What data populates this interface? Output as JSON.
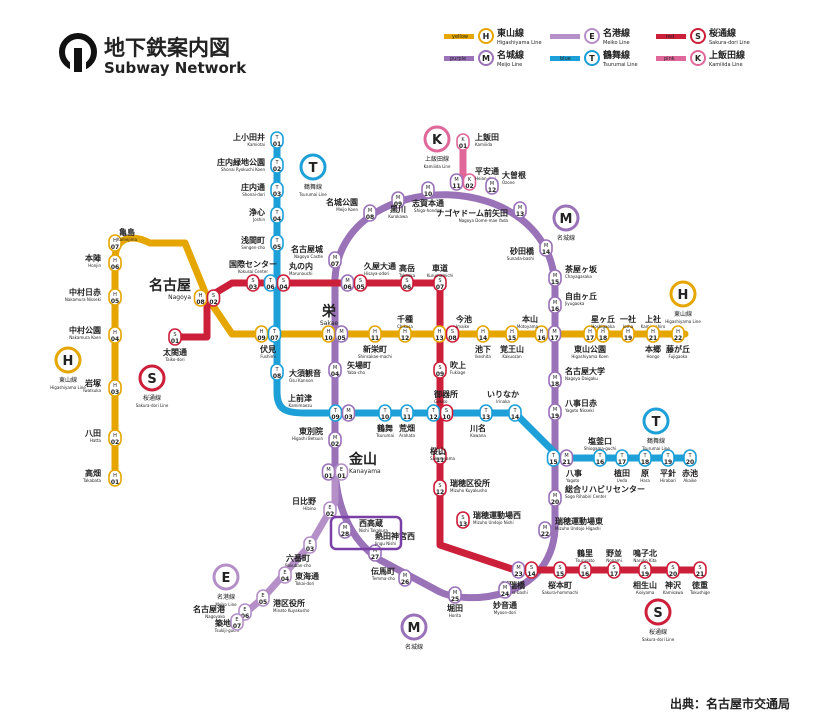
{
  "header": {
    "title": "地下鉄案内図",
    "subtitle": "Subway Network",
    "source": "出典：名古屋市交通局"
  },
  "legend": [
    {
      "letter": "H",
      "color": "#e5a600",
      "color_word": "yellow",
      "name_ja": "東山線",
      "name_en": "Higashiyama Line"
    },
    {
      "letter": "E",
      "color": "#b590c8",
      "color_word": "",
      "name_ja": "名港線",
      "name_en": "Meiko Line"
    },
    {
      "letter": "S",
      "color": "#cc1f3a",
      "color_word": "red",
      "name_ja": "桜通線",
      "name_en": "Sakura-dori Line"
    },
    {
      "letter": "M",
      "color": "#9a72b8",
      "color_word": "purple",
      "name_ja": "名城線",
      "name_en": "Meijo Line"
    },
    {
      "letter": "T",
      "color": "#1d9fd8",
      "color_word": "blue",
      "name_ja": "鶴舞線",
      "name_en": "Tsurumai Line"
    },
    {
      "letter": "K",
      "color": "#e0679a",
      "color_word": "pink",
      "name_ja": "上飯田線",
      "name_en": "Kamiiida Line"
    }
  ],
  "stations": [
    {
      "ja": "亀島",
      "en": "Kamejima",
      "codes": [
        "H07"
      ]
    },
    {
      "ja": "本陣",
      "en": "Honjin",
      "codes": [
        "H06"
      ]
    },
    {
      "ja": "中村日赤",
      "en": "Nakamura Nisseki",
      "codes": [
        "H05"
      ]
    },
    {
      "ja": "中村公園",
      "en": "Nakamura Koen",
      "codes": [
        "H04"
      ]
    },
    {
      "ja": "岩塚",
      "en": "Iwatsuka",
      "codes": [
        "H03"
      ]
    },
    {
      "ja": "八田",
      "en": "Hatta",
      "codes": [
        "H02"
      ]
    },
    {
      "ja": "高畑",
      "en": "Takabata",
      "codes": [
        "H01"
      ]
    },
    {
      "ja": "名古屋",
      "en": "Nagoya",
      "codes": [
        "H08",
        "S02"
      ]
    },
    {
      "ja": "伏見",
      "en": "Fushimi",
      "codes": [
        "H09",
        "T07"
      ]
    },
    {
      "ja": "栄",
      "en": "Sakae",
      "codes": [
        "H10",
        "M05"
      ]
    },
    {
      "ja": "新栄町",
      "en": "Shinsakae-machi",
      "codes": [
        "H11"
      ]
    },
    {
      "ja": "千種",
      "en": "Chikusa",
      "codes": [
        "H12"
      ]
    },
    {
      "ja": "今池",
      "en": "Imaike",
      "codes": [
        "H13",
        "S08"
      ]
    },
    {
      "ja": "池下",
      "en": "Ikeshita",
      "codes": [
        "H14"
      ]
    },
    {
      "ja": "覚王山",
      "en": "Kakuozan",
      "codes": [
        "H15"
      ]
    },
    {
      "ja": "本山",
      "en": "Motoyama",
      "codes": [
        "H16",
        "M17"
      ]
    },
    {
      "ja": "東山公園",
      "en": "Higashiyama Koen",
      "codes": [
        "H17"
      ]
    },
    {
      "ja": "星ヶ丘",
      "en": "Hoshigaoka",
      "codes": [
        "H18"
      ]
    },
    {
      "ja": "一社",
      "en": "Issha",
      "codes": [
        "H19"
      ]
    },
    {
      "ja": "上社",
      "en": "Kamiyashiro",
      "codes": [
        "H20"
      ]
    },
    {
      "ja": "本郷",
      "en": "Hongo",
      "codes": [
        "H21"
      ]
    },
    {
      "ja": "藤が丘",
      "en": "Fujigaoka",
      "codes": [
        "H22"
      ]
    },
    {
      "ja": "上小田井",
      "en": "Kamiotai",
      "codes": [
        "T01"
      ]
    },
    {
      "ja": "庄内緑地公園",
      "en": "Shonai Ryokuchi Koen",
      "codes": [
        "T02"
      ]
    },
    {
      "ja": "庄内通",
      "en": "Shonai-dori",
      "codes": [
        "T03"
      ]
    },
    {
      "ja": "浄心",
      "en": "Joshin",
      "codes": [
        "T04"
      ]
    },
    {
      "ja": "浅間町",
      "en": "Sengen-cho",
      "codes": [
        "T05"
      ]
    },
    {
      "ja": "丸の内",
      "en": "Marunouchi",
      "codes": [
        "T06",
        "S04"
      ]
    },
    {
      "ja": "大須観音",
      "en": "Osu Kannon",
      "codes": [
        "T08"
      ]
    },
    {
      "ja": "上前津",
      "en": "Kamimaezu",
      "codes": [
        "T09",
        "M03"
      ]
    },
    {
      "ja": "鶴舞",
      "en": "Tsurumai",
      "codes": [
        "T10"
      ]
    },
    {
      "ja": "荒畑",
      "en": "Arahata",
      "codes": [
        "T11"
      ]
    },
    {
      "ja": "御器所",
      "en": "Gokiso",
      "codes": [
        "T12",
        "S10"
      ]
    },
    {
      "ja": "川名",
      "en": "Kawana",
      "codes": [
        "T13"
      ]
    },
    {
      "ja": "いりなか",
      "en": "Irinaka",
      "codes": [
        "T14"
      ]
    },
    {
      "ja": "八事",
      "en": "Yagoto",
      "codes": [
        "T15",
        "M21"
      ]
    },
    {
      "ja": "塩釜口",
      "en": "Shiogama-guchi",
      "codes": [
        "T16"
      ]
    },
    {
      "ja": "植田",
      "en": "Ueda",
      "codes": [
        "T17"
      ]
    },
    {
      "ja": "原",
      "en": "Hara",
      "codes": [
        "T18"
      ]
    },
    {
      "ja": "平針",
      "en": "Hirabari",
      "codes": [
        "T19"
      ]
    },
    {
      "ja": "赤池",
      "en": "Akaike",
      "codes": [
        "T20"
      ]
    },
    {
      "ja": "国際センター",
      "en": "Kokusai Center",
      "codes": [
        "S03"
      ]
    },
    {
      "ja": "太閤通",
      "en": "Taiko-dori",
      "codes": [
        "S01"
      ]
    },
    {
      "ja": "久屋大通",
      "en": "Hisaya-odori",
      "codes": [
        "M06",
        "S05"
      ]
    },
    {
      "ja": "高岳",
      "en": "Takaoka",
      "codes": [
        "S06"
      ]
    },
    {
      "ja": "車道",
      "en": "Kurumamichi",
      "codes": [
        "S07"
      ]
    },
    {
      "ja": "吹上",
      "en": "Fukiage",
      "codes": [
        "S09"
      ]
    },
    {
      "ja": "桜山",
      "en": "Sakurayama",
      "codes": [
        "S11"
      ]
    },
    {
      "ja": "瑞穂区役所",
      "en": "Mizuho Kuyakusho",
      "codes": [
        "S12"
      ]
    },
    {
      "ja": "瑞穂運動場西",
      "en": "Mizuho Undojo Nishi",
      "codes": [
        "S13"
      ]
    },
    {
      "ja": "新瑞橋",
      "en": "Aratama-bashi",
      "codes": [
        "M23",
        "S14"
      ]
    },
    {
      "ja": "桜本町",
      "en": "Sakura-hommachi",
      "codes": [
        "S15"
      ]
    },
    {
      "ja": "鶴里",
      "en": "Tsurusato",
      "codes": [
        "S16"
      ]
    },
    {
      "ja": "野並",
      "en": "Nonami",
      "codes": [
        "S17"
      ]
    },
    {
      "ja": "鳴子北",
      "en": "Naruko Kita",
      "codes": [
        "S18"
      ]
    },
    {
      "ja": "相生山",
      "en": "Aioiyama",
      "codes": [
        "S19"
      ]
    },
    {
      "ja": "神沢",
      "en": "Kamisawa",
      "codes": [
        "S20"
      ]
    },
    {
      "ja": "徳重",
      "en": "Tokushige",
      "codes": [
        "S21"
      ]
    },
    {
      "ja": "名古屋城",
      "en": "Nagoya Castle",
      "codes": [
        "M07"
      ]
    },
    {
      "ja": "名城公園",
      "en": "Meijo Koen",
      "codes": [
        "M08"
      ]
    },
    {
      "ja": "黒川",
      "en": "Kurokawa",
      "codes": [
        "M09"
      ]
    },
    {
      "ja": "志賀本通",
      "en": "Shiga-hondori",
      "codes": [
        "M10"
      ]
    },
    {
      "ja": "平安通",
      "en": "Heian-dori",
      "codes": [
        "M11",
        "K02"
      ]
    },
    {
      "ja": "上飯田",
      "en": "Kamiiida",
      "codes": [
        "K01"
      ]
    },
    {
      "ja": "大曽根",
      "en": "Ozone",
      "codes": [
        "M12"
      ]
    },
    {
      "ja": "ナゴヤドーム前矢田",
      "en": "Nagoya Dome-mae Yada",
      "codes": [
        "M13"
      ]
    },
    {
      "ja": "砂田橋",
      "en": "Sunada-bashi",
      "codes": [
        "M14"
      ]
    },
    {
      "ja": "茶屋ヶ坂",
      "en": "Chayagasaka",
      "codes": [
        "M15"
      ]
    },
    {
      "ja": "自由ヶ丘",
      "en": "Jiyugaoka",
      "codes": [
        "M16"
      ]
    },
    {
      "ja": "名古屋大学",
      "en": "Nagoya Daigaku",
      "codes": [
        "M18"
      ]
    },
    {
      "ja": "八事日赤",
      "en": "Yagoto Nisseki",
      "codes": [
        "M19"
      ]
    },
    {
      "ja": "総合リハビリセンター",
      "en": "Sogo Rihabiri Center",
      "codes": [
        "M20"
      ]
    },
    {
      "ja": "瑞穂運動場東",
      "en": "Mizuho Undojo Higashi",
      "codes": [
        "M22"
      ]
    },
    {
      "ja": "妙音通",
      "en": "Myoon-dori",
      "codes": [
        "M24"
      ]
    },
    {
      "ja": "堀田",
      "en": "Horita",
      "codes": [
        "M25"
      ]
    },
    {
      "ja": "伝馬町",
      "en": "Temma-cho",
      "codes": [
        "M26"
      ]
    },
    {
      "ja": "熱田神宮西",
      "en": "Jingu Nishi",
      "codes": [
        "M27"
      ]
    },
    {
      "ja": "西高蔵",
      "en": "Nishi Takakura",
      "codes": [
        "M28"
      ]
    },
    {
      "ja": "金山",
      "en": "Kanayama",
      "codes": [
        "M01",
        "E01"
      ]
    },
    {
      "ja": "東別院",
      "en": "Higashi Betsuin",
      "codes": [
        "M02"
      ]
    },
    {
      "ja": "矢場町",
      "en": "Yaba-cho",
      "codes": [
        "M04"
      ]
    },
    {
      "ja": "日比野",
      "en": "Hibino",
      "codes": [
        "E02"
      ]
    },
    {
      "ja": "六番町",
      "en": "Rokuban-cho",
      "codes": [
        "E03"
      ]
    },
    {
      "ja": "東海通",
      "en": "Tokai-dori",
      "codes": [
        "E04"
      ]
    },
    {
      "ja": "港区役所",
      "en": "Minato Kuyakusho",
      "codes": [
        "E05"
      ]
    },
    {
      "ja": "築地口",
      "en": "Tsukiji-guchi",
      "codes": [
        "E06"
      ]
    },
    {
      "ja": "名古屋港",
      "en": "Nagoyako",
      "codes": [
        "E07"
      ]
    }
  ],
  "line_badges": [
    {
      "letter": "T",
      "name_ja": "鶴舞線",
      "name_en": "Tsurumai Line",
      "color": "#1d9fd8"
    },
    {
      "letter": "K",
      "name_ja": "上飯田線",
      "name_en": "Kamiiida Line",
      "color": "#e0679a"
    },
    {
      "letter": "M",
      "name_ja": "名城線",
      "name_en": "Meijo Line",
      "color": "#9a72b8"
    },
    {
      "letter": "H",
      "name_ja": "東山線",
      "name_en": "Higashiyama Line",
      "color": "#e5a600"
    },
    {
      "letter": "S",
      "name_ja": "桜通線",
      "name_en": "Sakura-dori Line",
      "color": "#cc1f3a"
    },
    {
      "letter": "E",
      "name_ja": "名港線",
      "name_en": "Meiko Line",
      "color": "#b590c8"
    }
  ]
}
